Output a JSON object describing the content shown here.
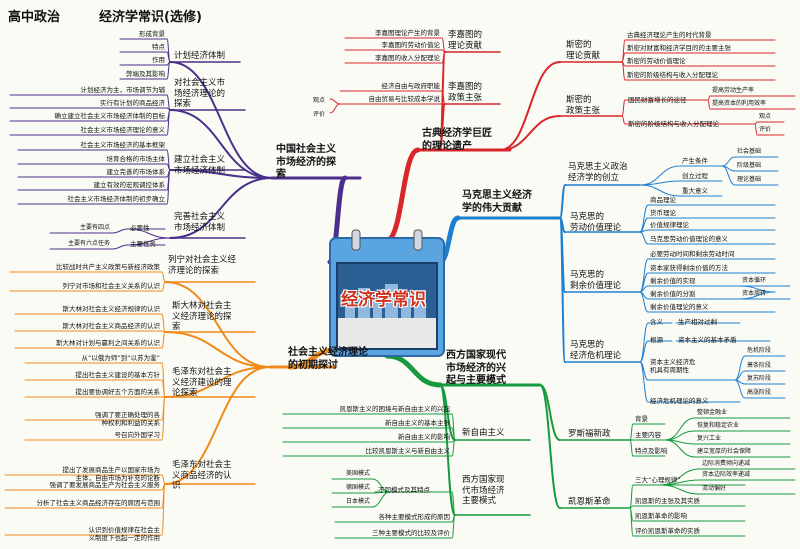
{
  "header": {
    "subject": "高中政治",
    "title": "经济学常识(选修)"
  },
  "center": {
    "label": "经济学常识"
  },
  "b1": {
    "label": "古典经济学巨匠\n的理论遗产",
    "li": {
      "label": "李嘉图的\n理论贡献",
      "items": [
        "李嘉图理论产生的背景",
        "李嘉图的劳动价值论",
        "李嘉图的收入分配理论"
      ]
    },
    "lp": {
      "label": "李嘉图的\n政策主张",
      "items": [
        "经济自由与政府职能",
        "自由贸易与比较成本学说"
      ],
      "eval": [
        "观点",
        "评价"
      ]
    },
    "st": {
      "label": "斯密的\n理论贡献",
      "items": [
        "古典经济理论产生的时代背景",
        "斯密对财富和经济学目的的主要主张",
        "斯密的劳动价值理论",
        "斯密的阶级结构与收入分配理论"
      ]
    },
    "sp": {
      "label": "斯密的\n政策主张",
      "p1": "国民财富增长的途径",
      "p1s": [
        "提高劳动生产率",
        "提高资本的利用效率"
      ],
      "p2": "斯密的阶级结构与收入分配理论",
      "p2s": [
        "观点",
        "评价"
      ]
    }
  },
  "b2": {
    "label": "马克思主义经济\n学的伟大贡献",
    "a": {
      "label": "马克思主义政治\n经济学的创立",
      "items": [
        "产生条件",
        "创立过程",
        "重大意义"
      ],
      "sub": [
        "社会基础",
        "阶级基础",
        "理论基础"
      ]
    },
    "b": {
      "label": "马克思的\n劳动价值理论",
      "items": [
        "商品理论",
        "货币理论",
        "价值规律理论",
        "马克思劳动价值理论的意义"
      ]
    },
    "c": {
      "label": "马克思的\n剩余价值理论",
      "items": [
        "必要劳动时间和剩余劳动时间",
        "资本家获得剩余价值的方法",
        "剩余价值的实现",
        "剩余价值的分割",
        "剩余价值理论的意义"
      ],
      "sub": [
        "资本循环",
        "资本周转"
      ]
    },
    "d": {
      "label": "马克思的\n经济危机理论",
      "k1": "含义",
      "k1v": "生产相对过剩",
      "k2": "根源",
      "k2v": "资本主义的基本矛盾",
      "k3": "资本主义经济危\n机具有周期性",
      "k3s": [
        "危机阶段",
        "萧条阶段",
        "复苏阶段",
        "高涨阶段"
      ],
      "k4": "经济危机理论的意义"
    }
  },
  "b3": {
    "label": "西方国家现代\n市场经济的兴\n起与主要模式",
    "l": {
      "label": "罗斯福新政",
      "items": [
        "背景",
        "主要内容",
        "特点及影响"
      ],
      "sub": [
        "整顿金融业",
        "恢复和稳定农业",
        "复兴工业",
        "建立宽厚的社会保障"
      ]
    },
    "k": {
      "label": "凯恩斯革命",
      "items": [
        "三大“心理规律”",
        "凯恩斯的主张及其实质",
        "凯恩斯革命的影响",
        "评价凯恩斯革命的实质"
      ],
      "sub": [
        "边际消费倾向递减",
        "资本边际效率递减",
        "流动偏好"
      ]
    },
    "n": {
      "label": "新自由主义",
      "items": [
        "凯恩斯主义的困境与新自由主义的兴起",
        "新自由主义的基本主张",
        "新自由主义的影响",
        "比较凯恩斯主义与新自由主义"
      ]
    },
    "m": {
      "label": "西方国家现\n代市场经济\n主要模式",
      "models": [
        "美国模式",
        "德国模式",
        "日本模式"
      ],
      "join": "不同模式及其特点",
      "items": [
        "各种主要模式形成的原因",
        "三种主要模式的比较及评价"
      ]
    }
  },
  "b4": {
    "label": "社会主义经济理论\n的初期探讨",
    "a": {
      "label": "列宁对社会主义经\n济理论的探索",
      "items": [
        "比较战时共产主义政策与新经济政策",
        "列宁对市场和社会主义关系的认识"
      ]
    },
    "b": {
      "label": "斯大林对社会主\n义经济理论的探\n索",
      "items": [
        "斯大林对社会主义经济规律的认识",
        "斯大林对社会主义商品经济的认识",
        "斯大林对计划与赢利之间关系的认识"
      ]
    },
    "c": {
      "label": "毛泽东对社会主\n义经济建设的理\n论探索",
      "items": [
        "从“以俄为师”到“以苏为鉴”",
        "提出社会主义建设的基本方针",
        "提出要协调好五个方面的关系",
        "强调了要正确处理的各\n种权利和利益的关系",
        "号召向外国学习"
      ]
    },
    "d": {
      "label": "毛泽东对社会主\n义商品经济的认\n识",
      "items": [
        "提出了发展商品生产以国家市场为\n主体，自由市场为补充的论断",
        "强调了要发展商品生产为社会主义服务",
        "分析了社会主义商品经济存在的原因与范围",
        "认识到价值规律在社会主\n义制度下也起一定的作用"
      ]
    }
  },
  "b5": {
    "label": "中国社会主义\n市场经济的探\n索",
    "a": {
      "label": "计划经济体制",
      "items": [
        "形成背景",
        "特点",
        "作用",
        "弊端及其影响"
      ]
    },
    "b": {
      "label": "对社会主义市\n场经济理论的\n探索",
      "items": [
        "计划经济为主，市场调节为辅",
        "实行有计划的商品经济",
        "确立建立社会主义市场经济体制的目标",
        "社会主义市场经济理论的意义"
      ]
    },
    "c": {
      "label": "建立社会主义\n市场经济体制",
      "items": [
        "社会主义市场经济的基本框架",
        "培育合格的市场主体",
        "建立完善的市场体系",
        "建立有效的宏观调控体系",
        "社会主义市场经济体制的初步确立"
      ]
    },
    "d": {
      "label": "完善社会主义\n市场经济体制",
      "k1": "必要性",
      "k2": "主要任务",
      "k1s": [
        "主要有四点"
      ],
      "k2s": [
        "主要有六点任务"
      ]
    }
  },
  "colors": {
    "branch1": "#d8262a",
    "branch2": "#1d7fd0",
    "branch3": "#169a3d",
    "branch4": "#ef8a1a",
    "branch5": "#4b2f8a"
  }
}
